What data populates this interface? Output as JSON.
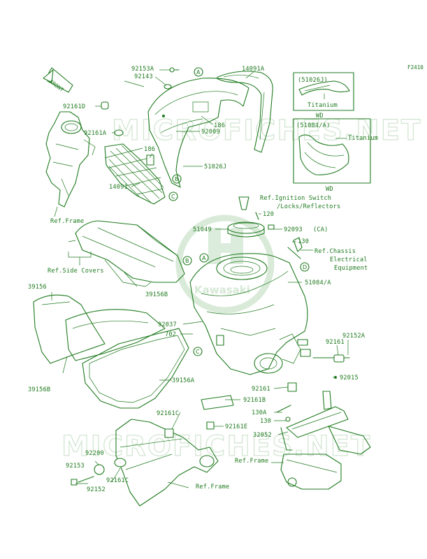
{
  "diagram_id": "F2410",
  "watermark_text": "MICROFICHES.NET",
  "logo_text": "Kawasaki",
  "front_arrow": "FRONT",
  "inset_top": {
    "part": "(51026J)",
    "material": "Titanium"
  },
  "inset_mid": {
    "region": "WD",
    "part": "(51084/A)",
    "material": "Titanium",
    "footer": "WD"
  },
  "refs": {
    "frame_left": "Ref.Frame",
    "side_covers": "Ref.Side Covers",
    "ignition_1": "Ref.Ignition Switch",
    "ignition_2": "/Locks/Reflectors",
    "chassis_1": "Ref.Chassis",
    "chassis_2": "Electrical",
    "chassis_3": "Equipment",
    "frame_right": "Ref.Frame",
    "frame_bottom": "Ref.Frame"
  },
  "circles": {
    "a": "A",
    "b": "B",
    "c": "C",
    "d": "D"
  },
  "parts": {
    "p92153A": "92153A",
    "p92143": "92143",
    "p14091A": "14091A",
    "p92161D": "92161D",
    "p186a": "186",
    "p92161A": "92161A",
    "p92009": "92009",
    "p186b": "186",
    "p51026J": "51026J",
    "p14091": "14091",
    "p120": "120",
    "p51049": "51049",
    "p92093": "92093",
    "p92093ca": "(CA)",
    "p130a": "130",
    "p39156": "39156",
    "p39156Ba": "39156B",
    "p51084A": "51084/A",
    "p92037": "92037",
    "p702": "702",
    "p92152A": "92152A",
    "p92161a": "92161",
    "p39156Bb": "39156B",
    "p39156A": "39156A",
    "p92161b": "92161",
    "p92015": "92015",
    "p92161B": "92161B",
    "p92161C": "92161C",
    "p130A": "130A",
    "p130b": "130",
    "p92161E": "92161E",
    "p32052": "32052",
    "p92200": "92200",
    "p92153": "92153",
    "p92161Cb": "92161C",
    "p92152": "92152"
  }
}
